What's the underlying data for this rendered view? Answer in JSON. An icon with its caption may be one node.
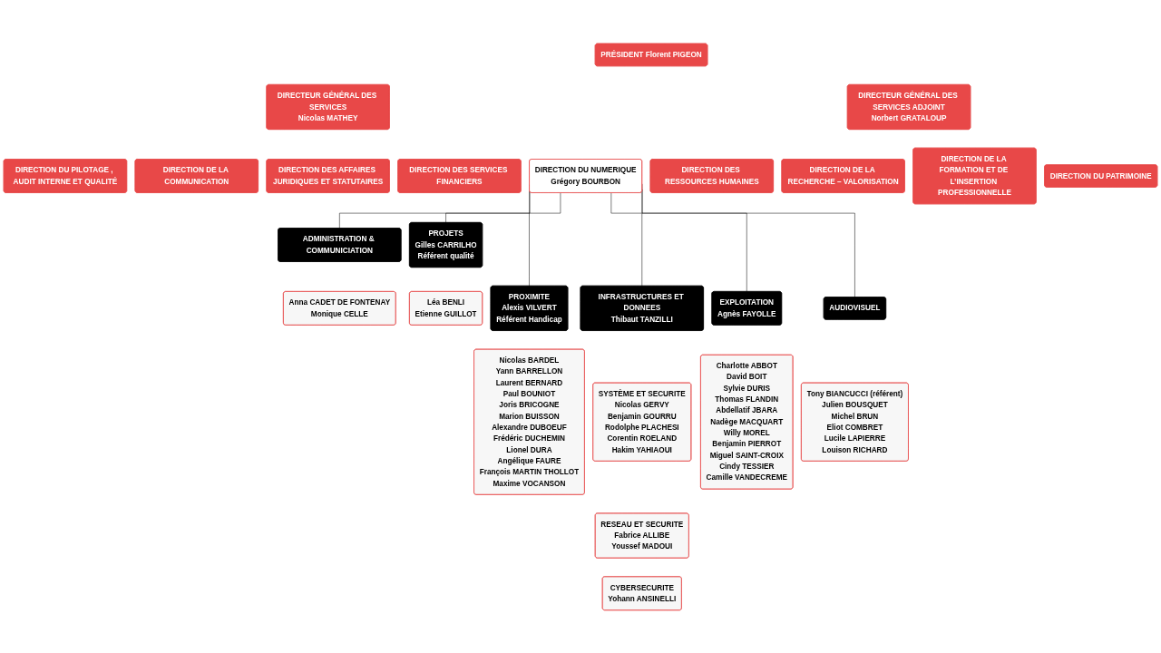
{
  "diagram": {
    "nodes": [
      {
        "text": [
          "PRÉSIDENT Florent PIGEON"
        ]
      },
      {
        "text": [
          "DIRECTEUR GÉNÉRAL DES SERVICES",
          "Nicolas MATHEY"
        ]
      },
      {
        "text": [
          "DIRECTEUR GÉNÉRAL DES SERVICES ADJOINT",
          "Norbert GRATALOUP"
        ]
      },
      {
        "text": [
          "DIRECTION DU PILOTAGE , AUDIT INTERNE ET QUALITÉ"
        ]
      },
      {
        "text": [
          "DIRECTION DE LA COMMUNICATION"
        ]
      },
      {
        "text": [
          "DIRECTION DES AFFAIRES JURIDIQUES ET STATUTAIRES"
        ]
      },
      {
        "text": [
          "DIRECTION DES SERVICES FINANCIERS"
        ]
      },
      {
        "text": [
          "DIRECTION DU NUMERIQUE",
          "Grégory BOURBON"
        ]
      },
      {
        "text": [
          "DIRECTION DES RESSOURCES HUMAINES"
        ]
      },
      {
        "text": [
          "DIRECTION DE LA RECHERCHE – VALORISATION"
        ]
      },
      {
        "text": [
          "DIRECTION DE LA FORMATION ET DE L’INSERTION PROFESSIONNELLE"
        ]
      },
      {
        "text": [
          "DIRECTION DU PATRIMOINE"
        ]
      },
      {
        "text": [
          "ADMINISTRATION & COMMUNICIATION"
        ]
      },
      {
        "text": [
          "PROJETS",
          "Gilles CARRILHO",
          "Référent qualité"
        ]
      },
      {
        "text": [
          "Anna CADET DE FONTENAY",
          "Monique CELLE"
        ]
      },
      {
        "text": [
          "Léa BENLI",
          "Etienne GUILLOT"
        ]
      },
      {
        "text": [
          "PROXIMITE",
          "Alexis VILVERT",
          "Référent Handicap"
        ]
      },
      {
        "text": [
          "INFRASTRUCTURES ET DONNEES",
          "Thibaut TANZILLI"
        ]
      },
      {
        "text": [
          "EXPLOITATION",
          "Agnès FAYOLLE"
        ]
      },
      {
        "text": [
          "AUDIOVISUEL"
        ]
      },
      {
        "text": [
          "Nicolas BARDEL",
          "Yann BARRELLON",
          "Laurent BERNARD",
          "Paul BOUNIOT",
          "Joris BRICOGNE",
          "Marion BUISSON",
          "Alexandre DUBOEUF",
          "Frédéric DUCHEMIN",
          "Lionel DURA",
          "Angélique FAURE",
          "François MARTIN THOLLOT",
          "Maxime VOCANSON"
        ]
      },
      {
        "text": [
          "SYSTÈME ET SECURITE",
          "Nicolas GERVY",
          "Benjamin GOURRU",
          "Rodolphe PLACHESI",
          "Corentin ROELAND",
          "Hakim YAHIAOUI"
        ]
      },
      {
        "text": [
          "RESEAU ET SECURITE",
          "Fabrice ALLIBE",
          "Youssef MADOUI"
        ]
      },
      {
        "text": [
          "CYBERSECURITE",
          "Yohann ANSINELLI"
        ]
      },
      {
        "text": [
          "Charlotte ABBOT",
          "David BOIT",
          "Sylvie DURIS",
          "Thomas FLANDIN",
          "Abdellatif JBARA",
          "Nadège MACQUART",
          "Willy MOREL",
          "Benjamin PIERROT",
          "Miguel SAINT-CROIX",
          "Cindy TESSIER",
          "Camille VANDECREME"
        ]
      },
      {
        "text": [
          "Tony BIANCUCCI (référent)",
          "Julien BOUSQUET",
          "Michel BRUN",
          "Eliot COMBRET",
          "Lucile LAPIERRE",
          "Louison RICHARD"
        ]
      }
    ],
    "edges": [
      {
        "from": 7,
        "to": 12,
        "arrow": "none"
      },
      {
        "from": 7,
        "to": 13,
        "arrow": "none"
      },
      {
        "from": 7,
        "to": 16,
        "arrow": "none"
      },
      {
        "from": 7,
        "to": 17,
        "arrow": "none"
      },
      {
        "from": 7,
        "to": 18,
        "arrow": "none"
      },
      {
        "from": 7,
        "to": 19,
        "arrow": "none"
      }
    ]
  }
}
